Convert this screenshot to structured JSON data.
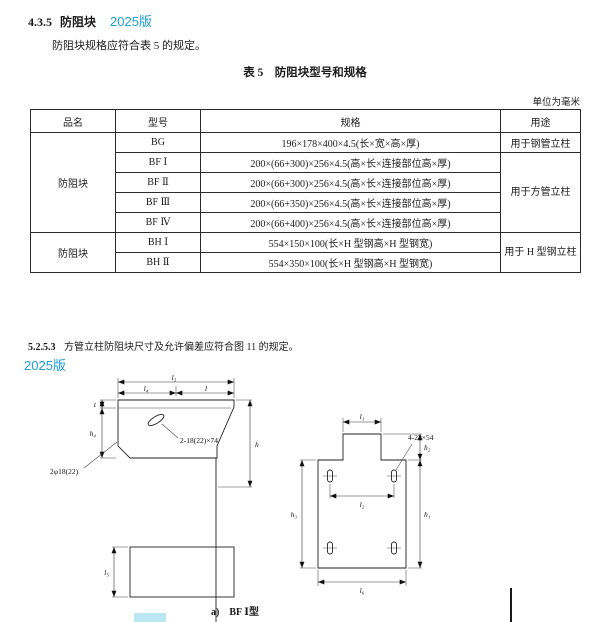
{
  "colors": {
    "accent_blue": "#1b9dd9",
    "ink": "#1c1c1c",
    "table_line": "#2b2b2b"
  },
  "header": {
    "section_number": "4.3.5",
    "section_title": "防阻块",
    "edition_badge": "2025版",
    "intro": "防阻块规格应符合表 5 的规定。"
  },
  "table": {
    "caption": "表 5　防阻块型号和规格",
    "unit_note": "单位为毫米",
    "headers": [
      "品名",
      "型号",
      "规格",
      "用途"
    ],
    "group": {
      "name_top": "防阻块",
      "name_bottom": "防阻块",
      "use_bf": "用于方管立柱",
      "use_bh": "用于 H 型钢立柱"
    },
    "rows": [
      {
        "model": "BG",
        "spec": "196×178×400×4.5(长×宽×高×厚)",
        "use": "用于钢管立柱"
      },
      {
        "model": "BF Ⅰ",
        "spec": "200×(66+300)×256×4.5(高×长×连接部位高×厚)"
      },
      {
        "model": "BF Ⅱ",
        "spec": "200×(66+300)×256×4.5(高×长×连接部位高×厚)"
      },
      {
        "model": "BF Ⅲ",
        "spec": "200×(66+350)×256×4.5(高×长×连接部位高×厚)"
      },
      {
        "model": "BF Ⅳ",
        "spec": "200×(66+400)×256×4.5(高×长×连接部位高×厚)"
      },
      {
        "model": "BH Ⅰ",
        "spec": "554×150×100(长×H 型钢高×H 型钢宽)"
      },
      {
        "model": "BH Ⅱ",
        "spec": "554×350×100(长×H 型钢高×H 型钢宽)"
      }
    ]
  },
  "section2": {
    "number": "5.2.5.3",
    "text": "方管立柱防阻块尺寸及允许偏差应符合图 11 的规定。",
    "edition_badge": "2025版"
  },
  "figure": {
    "caption": "a)　BF Ⅰ型",
    "labels": {
      "slot_note": "2-18(22)×74",
      "left_hole_note": "2φ18(22)",
      "right_hole_note": "4-22×54"
    },
    "dims": {
      "l": "l",
      "l1": "l₁",
      "l2": "l₂",
      "l3": "l₃",
      "l4": "l₄",
      "l5": "l₅",
      "l6": "l₆",
      "h": "h",
      "h1": "h₁",
      "h2": "h₂",
      "h3": "h₃",
      "h4": "h₄",
      "t": "t"
    }
  }
}
